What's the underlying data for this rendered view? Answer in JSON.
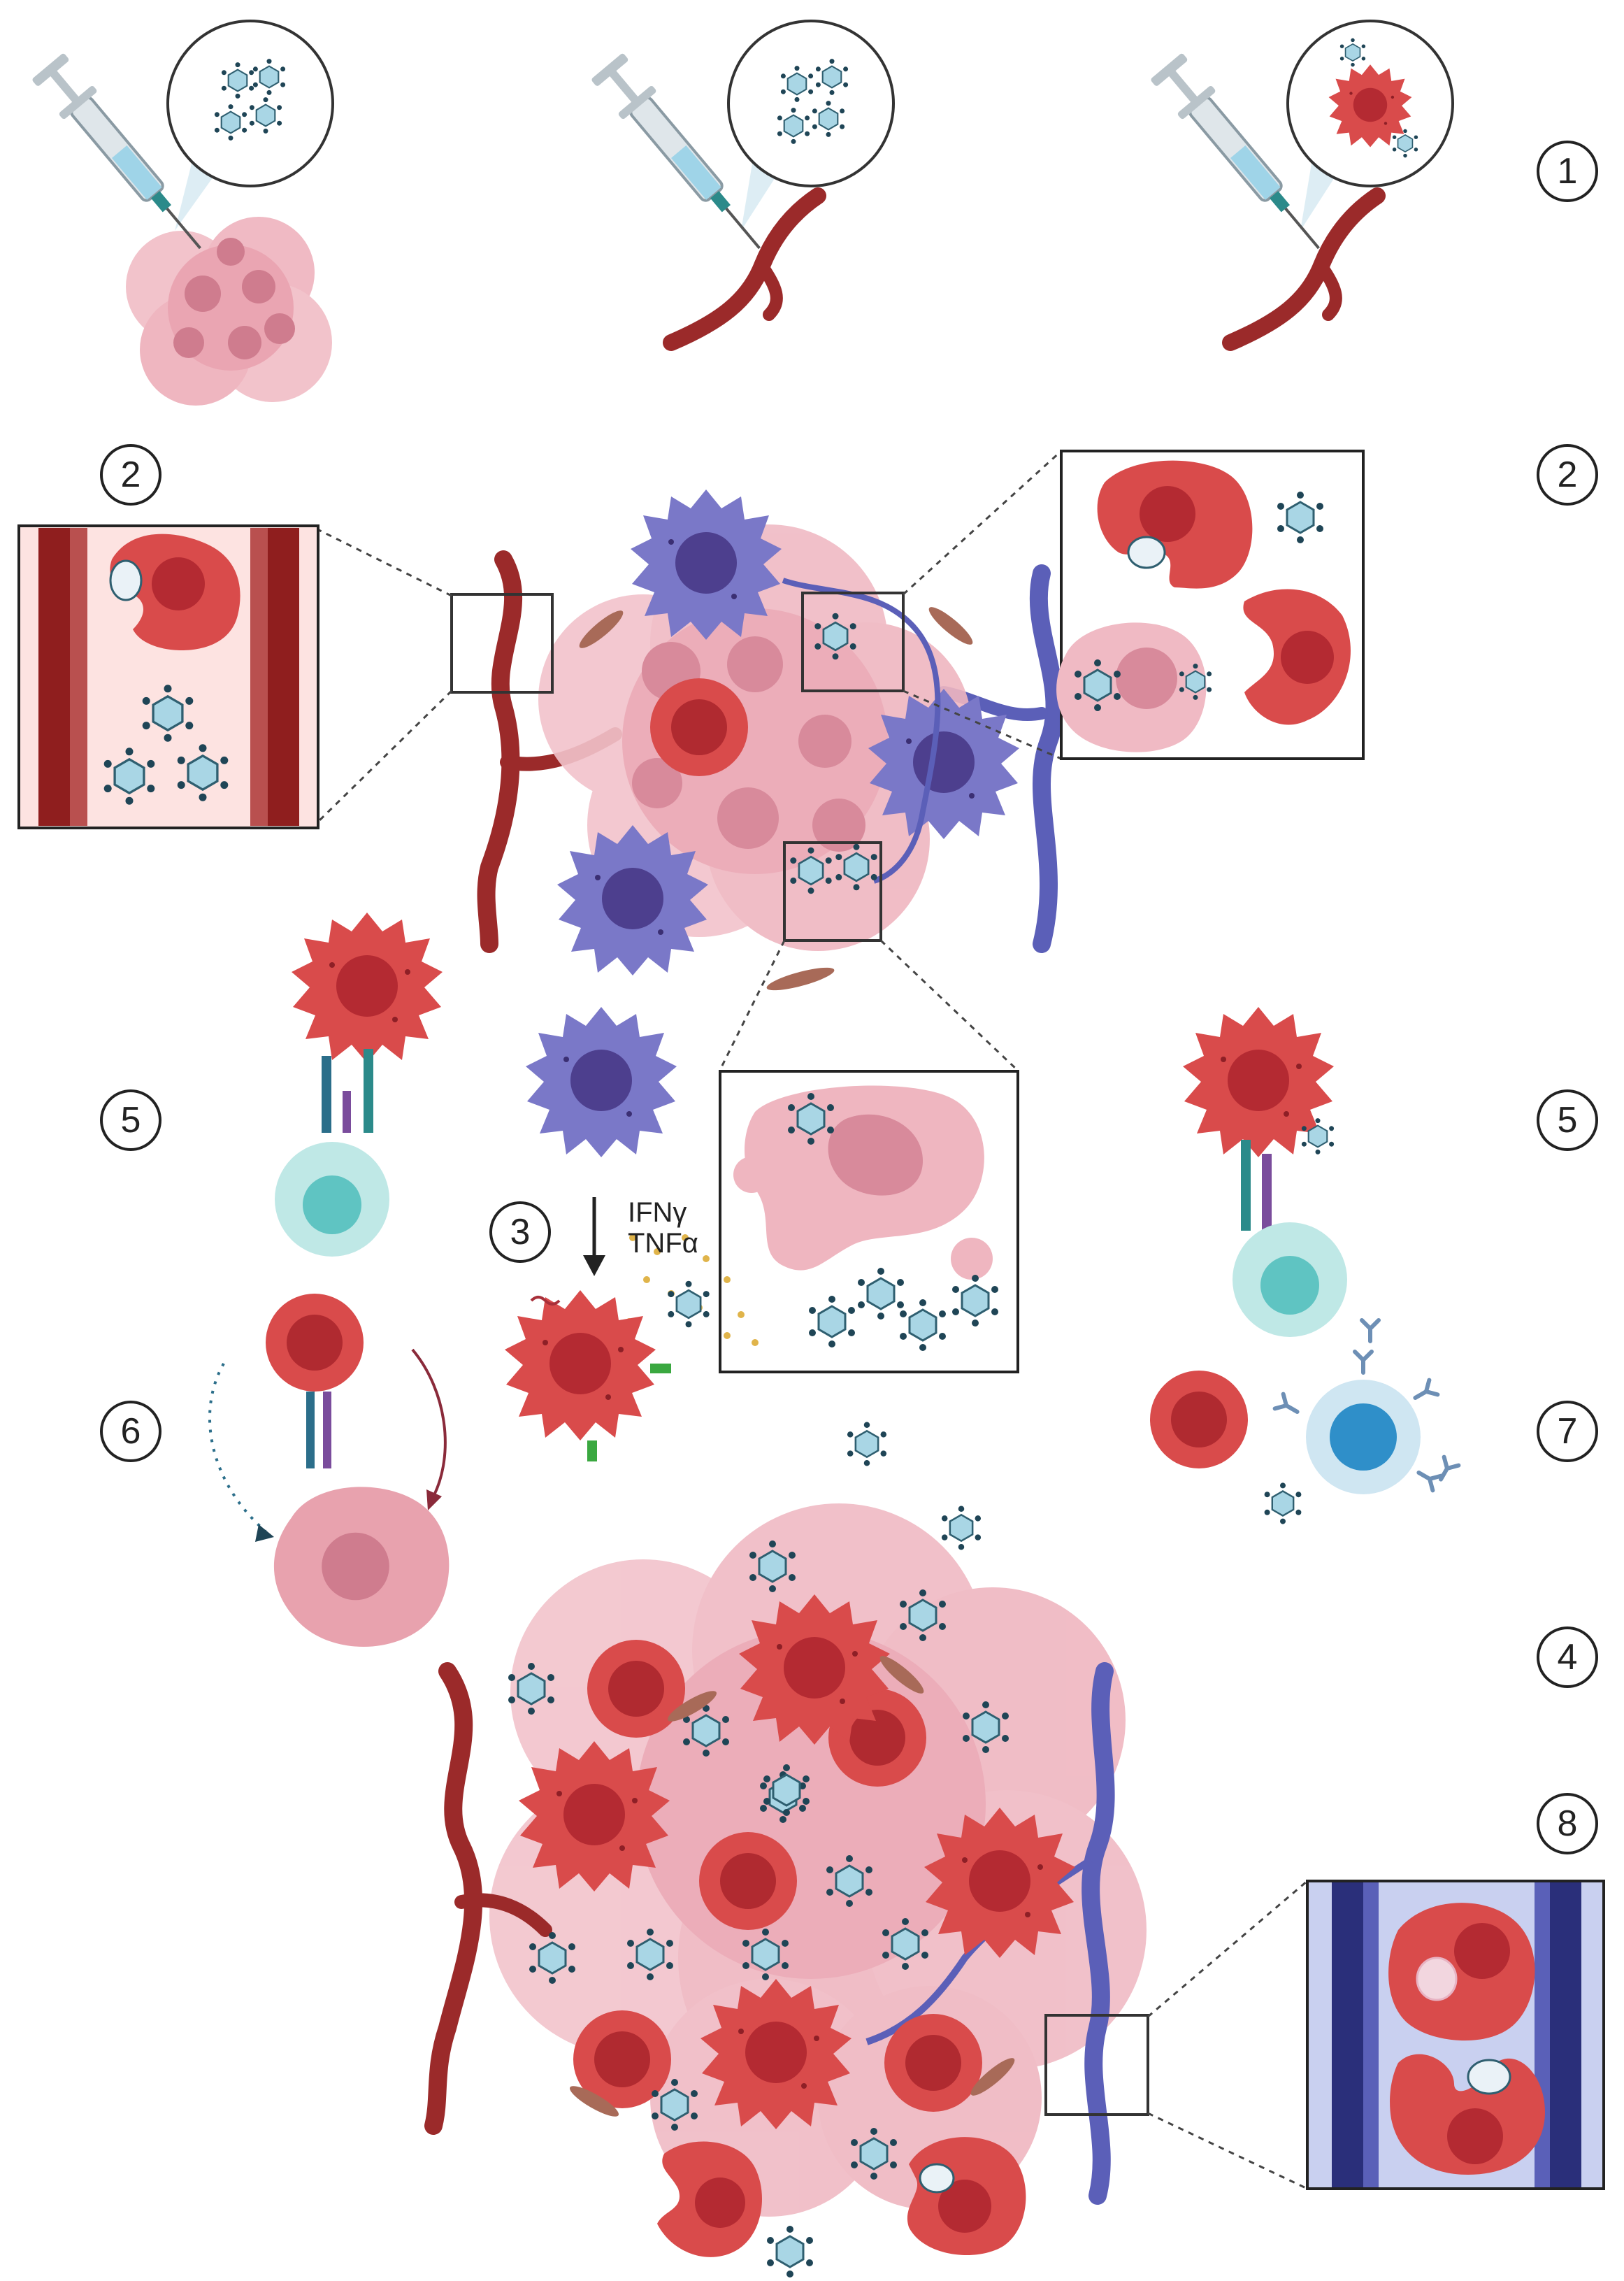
{
  "steps": {
    "s1": "1",
    "s2_left": "2",
    "s2_right": "2",
    "s3": "3",
    "s4": "4",
    "s5_left": "5",
    "s5_right": "5",
    "s6": "6",
    "s7": "7",
    "s8": "8"
  },
  "cytokines": {
    "ifn": "IFNγ",
    "tnf": "TNFα"
  },
  "colors": {
    "artery": "#9b2a2a",
    "vein": "#5b5fb8",
    "tumor": "#e8a2ae",
    "tumor_dark": "#d27a8c",
    "macrophage_red": "#d94b4b",
    "macrophage_purple": "#7a78c8",
    "nanoparticle": "#a9d6e5",
    "tcell": "#8fd3d4",
    "bcell": "#3f9fd1",
    "cytokine": "#e0b44a"
  }
}
